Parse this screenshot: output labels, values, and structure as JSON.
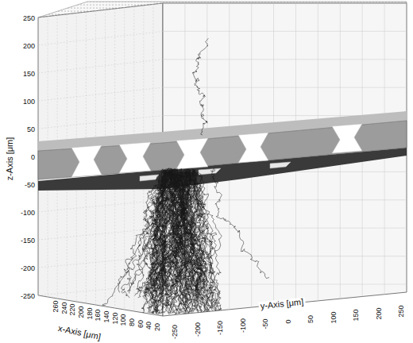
{
  "diagram": {
    "labels": [
      "z-Axis [μm]",
      "250",
      "200",
      "150",
      "100",
      "50",
      "0",
      "-50",
      "-100",
      "-150",
      "-200",
      "-250",
      "x-Axis [μm]",
      "260",
      "240",
      "220",
      "200",
      "180",
      "160",
      "140",
      "120",
      "100",
      "80",
      "60",
      "40",
      "20",
      "y-Axis [μm]",
      "-250",
      "-200",
      "-150",
      "-100",
      "-50",
      "0",
      "50",
      "100",
      "150",
      "200",
      "250"
    ]
  }
}
